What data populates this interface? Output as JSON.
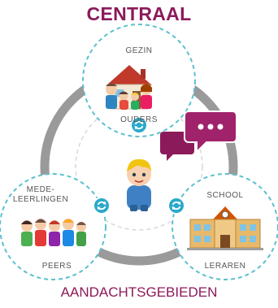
{
  "title": "CENTRAAL",
  "footer": "AANDACHTSGEBIEDEN",
  "areas": {
    "gezin": {
      "label": "GEZIN",
      "sublabel": "OUDERS"
    },
    "peers": {
      "label": "MEDE-\nLEERLINGEN",
      "sublabel": "PEERS"
    },
    "school": {
      "label": "SCHOOL",
      "sublabel": "LERAREN"
    }
  },
  "colors": {
    "accent": "#8b1a5a",
    "ring": "#999999",
    "circle_border": "#5bc0cf",
    "sync_icon": "#2aa9c9"
  },
  "icons": {
    "sync": "sync-icon",
    "chat": "speech-bubbles-icon",
    "child": "child-icon"
  }
}
